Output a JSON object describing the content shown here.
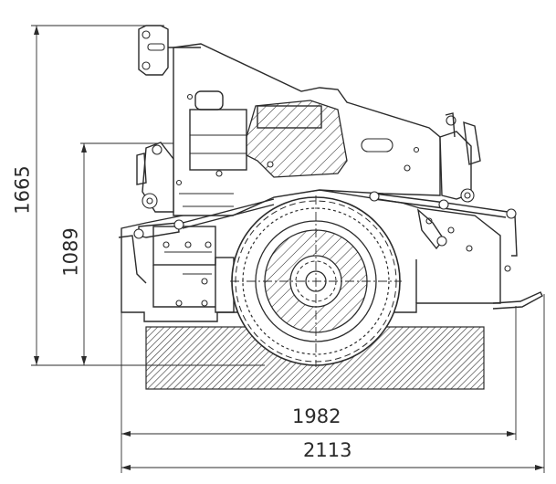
{
  "dimensions": {
    "total_height": "1665",
    "lift_height": "1089",
    "inner_width": "1982",
    "total_width": "2113"
  },
  "colors": {
    "line": "#2b2b2b",
    "hatch": "#3a3a3a",
    "background": "#ffffff"
  }
}
